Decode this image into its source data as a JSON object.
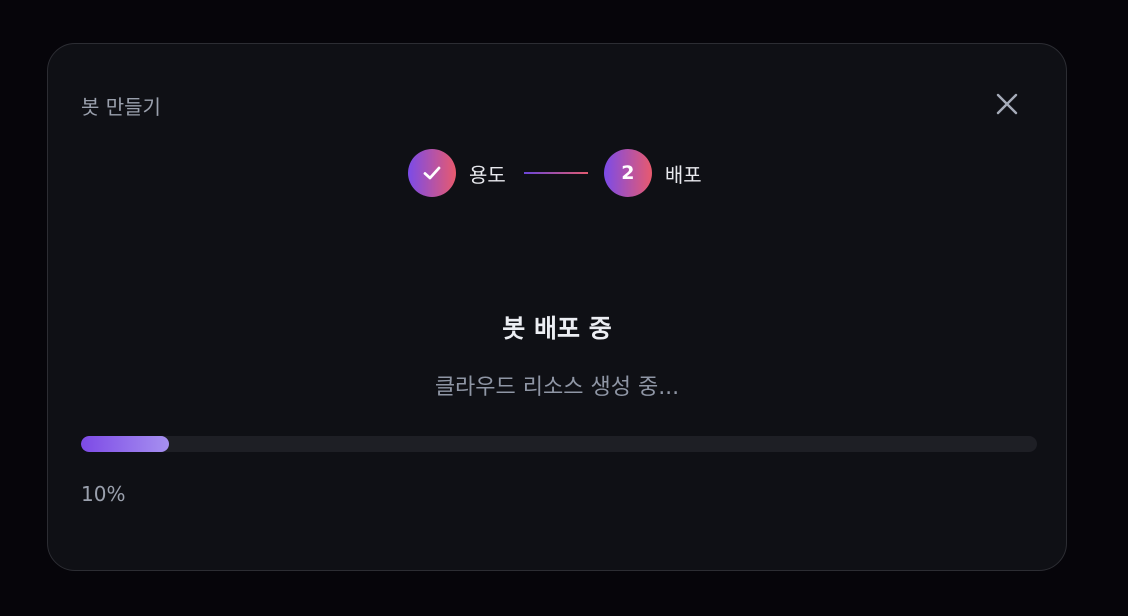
{
  "dialog": {
    "title": "봇 만들기",
    "close_icon": "close-icon"
  },
  "steps": [
    {
      "label": "용도",
      "state": "done",
      "icon": "check-icon"
    },
    {
      "label": "배포",
      "state": "active",
      "number": "2"
    }
  ],
  "status": {
    "heading": "봇 배포 중",
    "message": "클라우드 리소스 생성 중..."
  },
  "progress": {
    "value": 10,
    "label": "10%"
  },
  "colors": {
    "accent_start": "#7b4be8",
    "accent_end": "#e85a6e",
    "progress_fill": "#8d6aec"
  }
}
